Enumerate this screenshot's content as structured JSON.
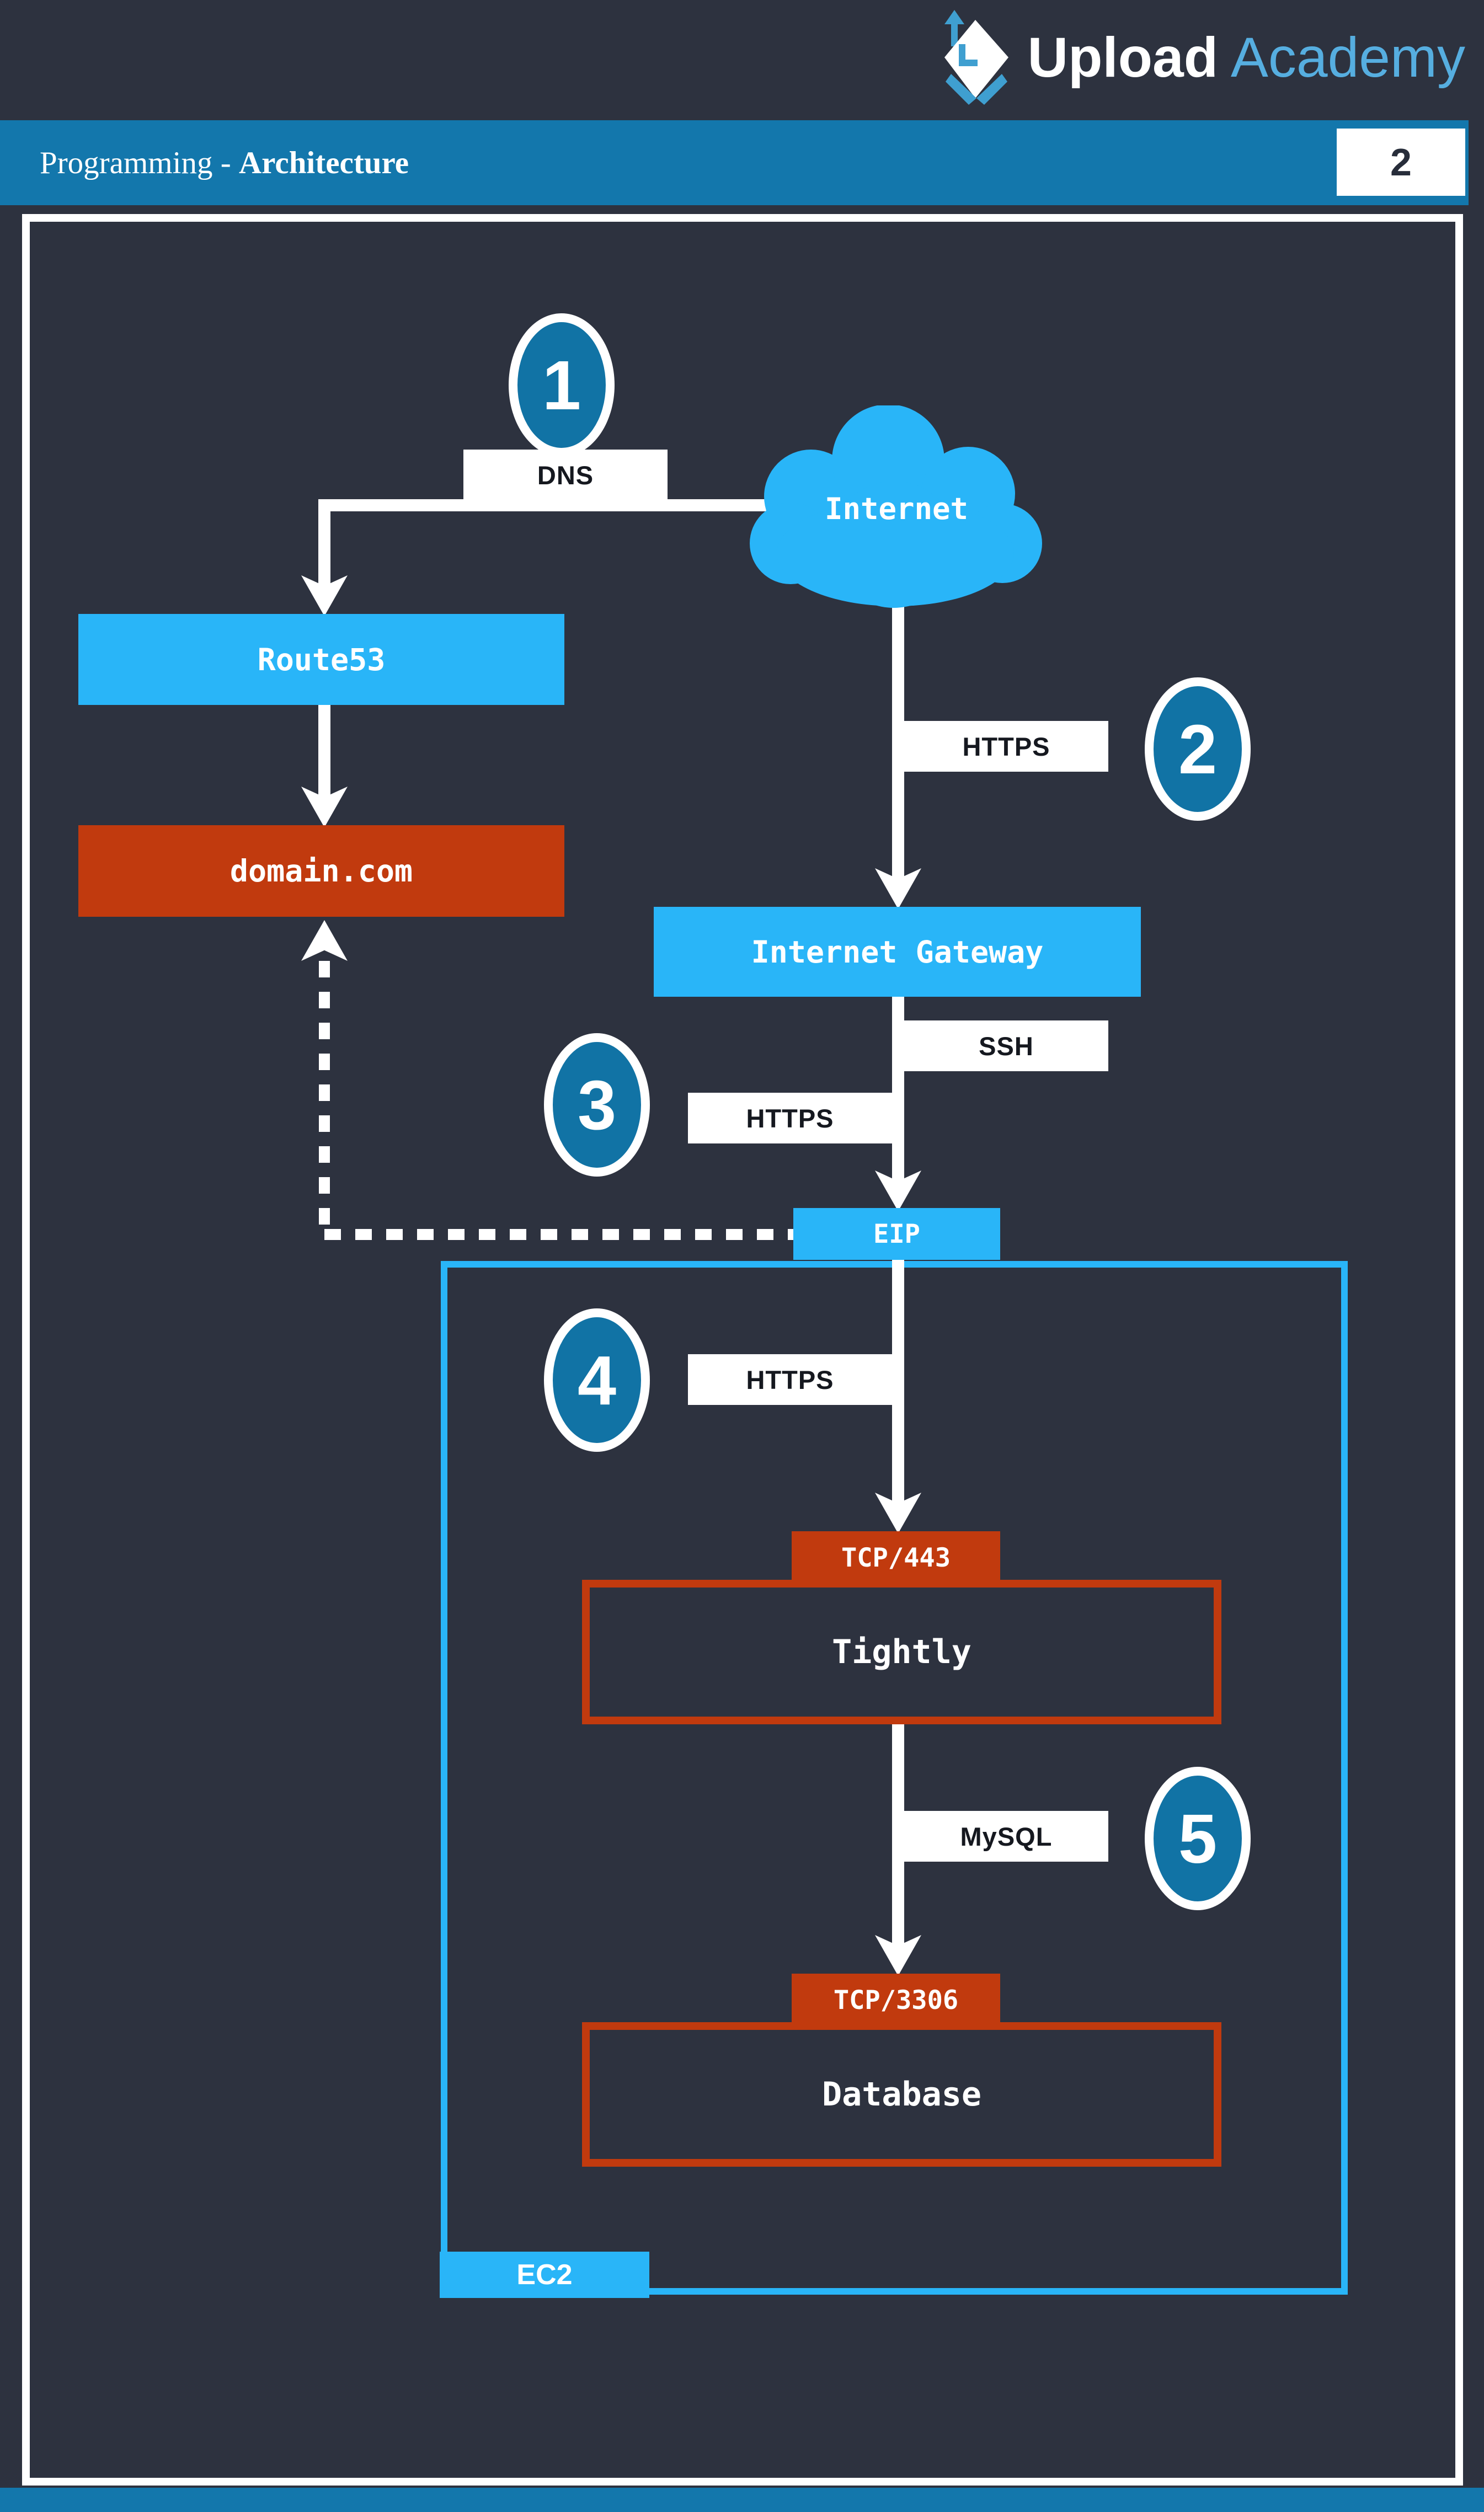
{
  "colors": {
    "background": "#2d323f",
    "header_blue": "#1377ac",
    "accent_blue": "#29b5f8",
    "badge_blue": "#1173a5",
    "orange_red": "#c13a0e",
    "logo_light_blue": "#56aee0",
    "white": "#ffffff"
  },
  "logo": {
    "word_bold": "Upload",
    "word_light": "Academy"
  },
  "header": {
    "title_prefix": "Programming - ",
    "title_emphasis": "Architecture",
    "page_number": "2"
  },
  "diagram": {
    "step_badges": [
      "1",
      "2",
      "3",
      "4",
      "5"
    ],
    "nodes": {
      "internet": "Internet",
      "route53": "Route53",
      "domain": "domain.com",
      "internet_gateway": "Internet Gateway",
      "eip": "EIP",
      "app_server": "Tightly",
      "database": "Database",
      "ec2": "EC2"
    },
    "edge_labels": {
      "dns": "DNS",
      "https_internet": "HTTPS",
      "ssh": "SSH",
      "https_eip": "HTTPS",
      "https_app": "HTTPS",
      "mysql": "MySQL",
      "tcp_443": "TCP/443",
      "tcp_3306": "TCP/3306"
    }
  }
}
